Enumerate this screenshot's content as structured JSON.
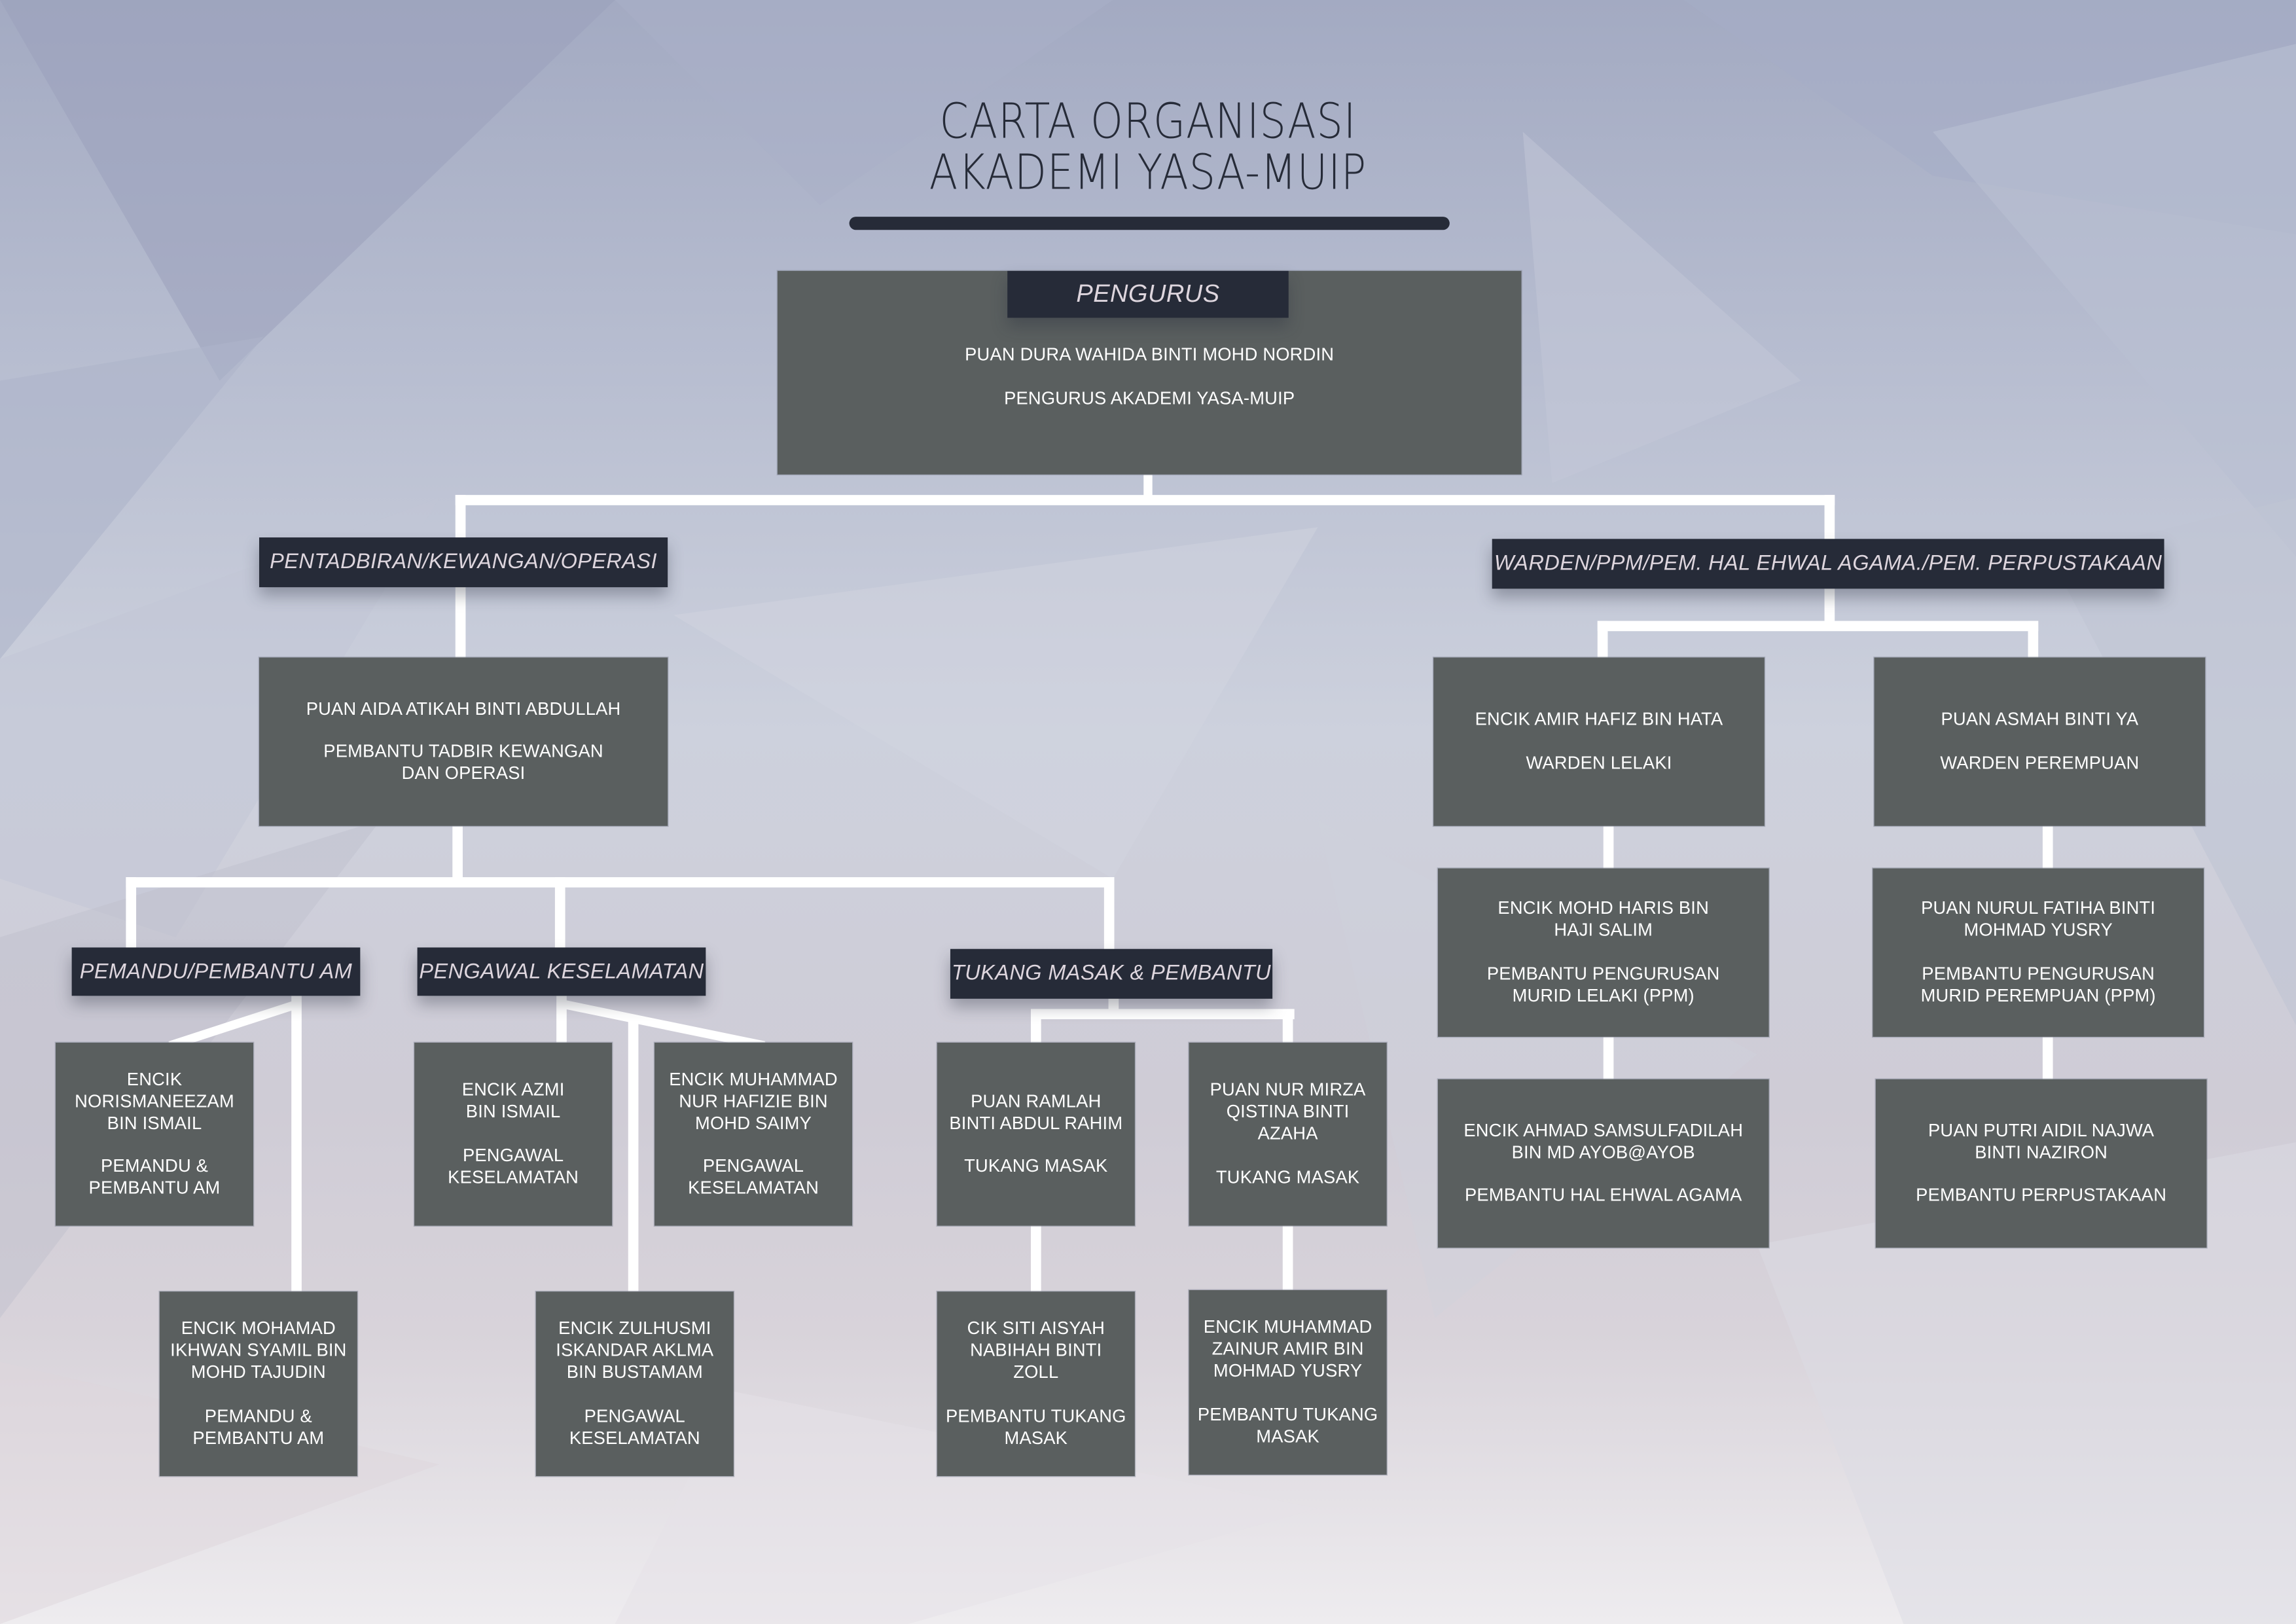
{
  "title": {
    "line1": "CARTA ORGANISASI",
    "line2": "AKADEMI YASA-MUIP"
  },
  "colors": {
    "box": "#5a5f5f",
    "label": "#262b38",
    "connector": "#ffffff",
    "title_text": "#262b38"
  },
  "top": {
    "label": "PENGURUS",
    "name": "PUAN DURA WAHIDA BINTI MOHD NORDIN",
    "role": "PENGURUS AKADEMI YASA-MUIP"
  },
  "left_branch": {
    "label": "PENTADBIRAN/KEWANGAN/OPERASI",
    "head": {
      "name": "PUAN AIDA ATIKAH BINTI ABDULLAH",
      "role": "PEMBANTU TADBIR KEWANGAN\nDAN OPERASI"
    },
    "groups": [
      {
        "label": "PEMANDU/PEMBANTU AM",
        "members": [
          {
            "name": "ENCIK\nNORISMANEEZAM\nBIN ISMAIL",
            "role": "PEMANDU &\nPEMBANTU AM"
          },
          {
            "name": "ENCIK MOHAMAD\nIKHWAN SYAMIL BIN\nMOHD TAJUDIN",
            "role": "PEMANDU &\nPEMBANTU AM"
          }
        ]
      },
      {
        "label": "PENGAWAL KESELAMATAN",
        "members": [
          {
            "name": "ENCIK AZMI\nBIN ISMAIL",
            "role": "PENGAWAL\nKESELAMATAN"
          },
          {
            "name": "ENCIK MUHAMMAD\nNUR HAFIZIE BIN\nMOHD SAIMY",
            "role": "PENGAWAL\nKESELAMATAN"
          },
          {
            "name": "ENCIK ZULHUSMI\nISKANDAR AKLMA\nBIN BUSTAMAM",
            "role": "PENGAWAL\nKESELAMATAN"
          }
        ]
      },
      {
        "label": "TUKANG MASAK & PEMBANTU",
        "members": [
          {
            "name": "PUAN RAMLAH\nBINTI ABDUL RAHIM",
            "role": "TUKANG MASAK"
          },
          {
            "name": "PUAN NUR MIRZA\nQISTINA BINTI\nAZAHA",
            "role": "TUKANG MASAK"
          },
          {
            "name": "CIK SITI AISYAH\nNABIHAH BINTI\nZOLL",
            "role": "PEMBANTU TUKANG\nMASAK"
          },
          {
            "name": "ENCIK MUHAMMAD\nZAINUR AMIR BIN\nMOHMAD YUSRY",
            "role": "PEMBANTU TUKANG\nMASAK"
          }
        ]
      }
    ]
  },
  "right_branch": {
    "label": "WARDEN/PPM/PEM. HAL EHWAL AGAMA./PEM. PERPUSTAKAAN",
    "columns": [
      {
        "members": [
          {
            "name": "ENCIK AMIR HAFIZ BIN HATA",
            "role": "WARDEN LELAKI"
          },
          {
            "name": "ENCIK MOHD HARIS BIN\nHAJI SALIM",
            "role": "PEMBANTU PENGURUSAN\nMURID LELAKI (PPM)"
          },
          {
            "name": "ENCIK AHMAD SAMSULFADILAH\nBIN MD AYOB@AYOB",
            "role": "PEMBANTU HAL EHWAL AGAMA"
          }
        ]
      },
      {
        "members": [
          {
            "name": "PUAN ASMAH BINTI YA",
            "role": "WARDEN PEREMPUAN"
          },
          {
            "name": "PUAN NURUL FATIHA BINTI\nMOHMAD YUSRY",
            "role": "PEMBANTU PENGURUSAN\nMURID PEREMPUAN (PPM)"
          },
          {
            "name": "PUAN PUTRI AIDIL NAJWA\nBINTI NAZIRON",
            "role": "PEMBANTU PERPUSTAKAAN"
          }
        ]
      }
    ]
  }
}
